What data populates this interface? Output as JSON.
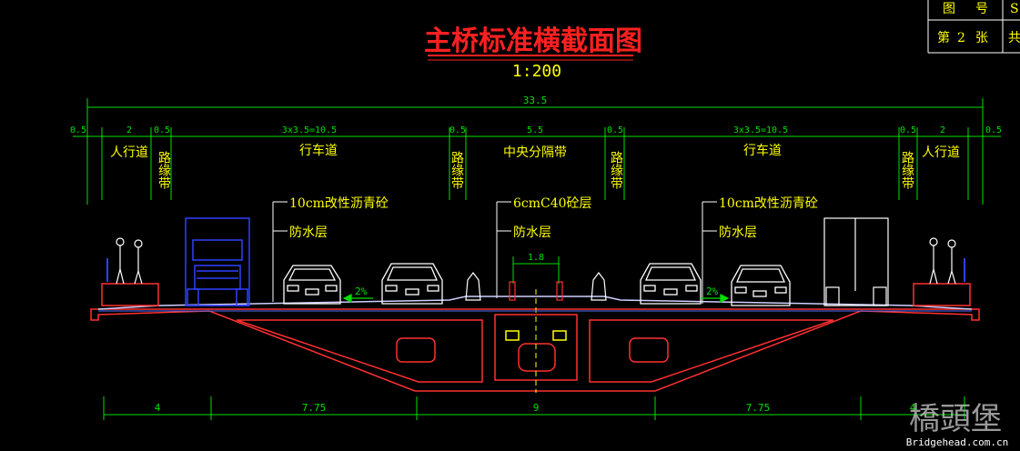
{
  "title": "主桥标准横截面图",
  "scale": "1:200",
  "title_block": {
    "row1": [
      "图",
      "号",
      "S"
    ],
    "row2": [
      "第",
      "2",
      "张",
      "共"
    ]
  },
  "dims_top": {
    "total": "33.5",
    "segments": [
      "0.5",
      "2",
      "0.5",
      "3x3.5=10.5",
      "0.5",
      "5.5",
      "0.5",
      "3x3.5=10.5",
      "0.5",
      "2",
      "0.5"
    ]
  },
  "zones": {
    "sidewalk": "人行道",
    "curb_strip": "路缘带",
    "carriageway": "行车道",
    "median": "中央分隔带"
  },
  "notes": {
    "left_surface": "10cm改性沥青砼",
    "left_waterproof": "防水层",
    "center_surface": "6cmC40砼层",
    "center_waterproof": "防水层",
    "right_surface": "10cm改性沥青砼",
    "right_waterproof": "防水层"
  },
  "median_dim": "1.8",
  "slope_left": "2%",
  "slope_right": "2%",
  "dims_bottom": [
    "4",
    "7.75",
    "9",
    "7.75",
    "4"
  ],
  "watermark": {
    "logo": "橋頭堡",
    "site": "Bridgehead.com.cn"
  },
  "colors": {
    "background": "#000000",
    "title": "#ff2020",
    "dimension": "#00e000",
    "label": "#ffff00",
    "concrete": "#ff3030",
    "pavement": "#d0d0ff",
    "vehicle": "#ffffff",
    "truck": "#3040ff"
  }
}
